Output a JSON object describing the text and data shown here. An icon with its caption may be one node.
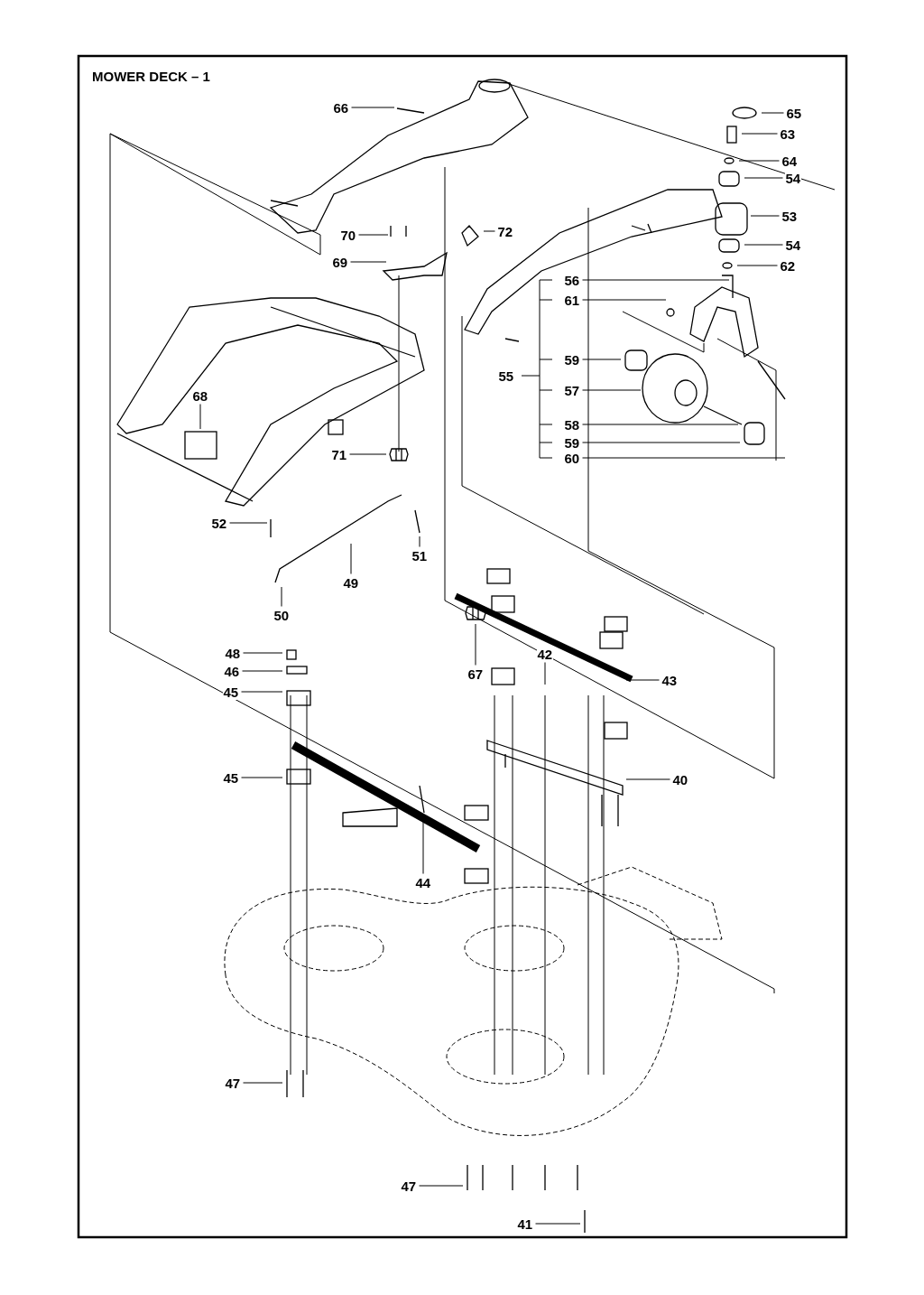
{
  "diagram": {
    "title": "MOWER DECK – 1",
    "nodes": [
      {
        "text": [
          "66"
        ]
      },
      {
        "text": [
          "65"
        ]
      },
      {
        "text": [
          "63"
        ]
      },
      {
        "text": [
          "64"
        ]
      },
      {
        "text": [
          "54"
        ]
      },
      {
        "text": [
          "53"
        ]
      },
      {
        "text": [
          "54"
        ]
      },
      {
        "text": [
          "62"
        ]
      },
      {
        "text": [
          "72"
        ]
      },
      {
        "text": [
          "70"
        ]
      },
      {
        "text": [
          "69"
        ]
      },
      {
        "text": [
          "56"
        ]
      },
      {
        "text": [
          "61"
        ]
      },
      {
        "text": [
          "55"
        ]
      },
      {
        "text": [
          "59"
        ]
      },
      {
        "text": [
          "57"
        ]
      },
      {
        "text": [
          "58"
        ]
      },
      {
        "text": [
          "59"
        ]
      },
      {
        "text": [
          "60"
        ]
      },
      {
        "text": [
          "68"
        ]
      },
      {
        "text": [
          "71"
        ]
      },
      {
        "text": [
          "52"
        ]
      },
      {
        "text": [
          "51"
        ]
      },
      {
        "text": [
          "49"
        ]
      },
      {
        "text": [
          "50"
        ]
      },
      {
        "text": [
          "48"
        ]
      },
      {
        "text": [
          "46"
        ]
      },
      {
        "text": [
          "45"
        ]
      },
      {
        "text": [
          "67"
        ]
      },
      {
        "text": [
          "42"
        ]
      },
      {
        "text": [
          "43"
        ]
      },
      {
        "text": [
          "45"
        ]
      },
      {
        "text": [
          "40"
        ]
      },
      {
        "text": [
          "44"
        ]
      },
      {
        "text": [
          "47"
        ]
      },
      {
        "text": [
          "47"
        ]
      },
      {
        "text": [
          "41"
        ]
      }
    ],
    "edges": [
      {
        "from": 0,
        "to": null,
        "arrow": "none"
      },
      {
        "from": 1,
        "to": null,
        "arrow": "none"
      },
      {
        "from": 2,
        "to": null,
        "arrow": "none"
      },
      {
        "from": 3,
        "to": null,
        "arrow": "none"
      },
      {
        "from": 4,
        "to": null,
        "arrow": "none"
      },
      {
        "from": 5,
        "to": null,
        "arrow": "none"
      },
      {
        "from": 6,
        "to": null,
        "arrow": "none"
      },
      {
        "from": 7,
        "to": null,
        "arrow": "none"
      },
      {
        "from": 8,
        "to": null,
        "arrow": "none"
      },
      {
        "from": 9,
        "to": null,
        "arrow": "none"
      },
      {
        "from": 10,
        "to": null,
        "arrow": "none"
      },
      {
        "from": 11,
        "to": null,
        "arrow": "none"
      },
      {
        "from": 12,
        "to": null,
        "arrow": "none"
      },
      {
        "from": 14,
        "to": null,
        "arrow": "none"
      },
      {
        "from": 15,
        "to": null,
        "arrow": "none"
      },
      {
        "from": 16,
        "to": null,
        "arrow": "none"
      },
      {
        "from": 17,
        "to": null,
        "arrow": "none"
      },
      {
        "from": 18,
        "to": null,
        "arrow": "none"
      },
      {
        "from": 19,
        "to": null,
        "arrow": "none"
      },
      {
        "from": 20,
        "to": null,
        "arrow": "none"
      },
      {
        "from": 21,
        "to": null,
        "arrow": "none"
      },
      {
        "from": 22,
        "to": null,
        "arrow": "none"
      },
      {
        "from": 23,
        "to": null,
        "arrow": "none"
      },
      {
        "from": 24,
        "to": null,
        "arrow": "none"
      },
      {
        "from": 25,
        "to": null,
        "arrow": "none"
      },
      {
        "from": 26,
        "to": null,
        "arrow": "none"
      },
      {
        "from": 27,
        "to": null,
        "arrow": "none"
      },
      {
        "from": 28,
        "to": null,
        "arrow": "none"
      },
      {
        "from": 29,
        "to": null,
        "arrow": "none"
      },
      {
        "from": 30,
        "to": null,
        "arrow": "none"
      },
      {
        "from": 31,
        "to": null,
        "arrow": "none"
      },
      {
        "from": 32,
        "to": null,
        "arrow": "none"
      },
      {
        "from": 33,
        "to": null,
        "arrow": "none"
      },
      {
        "from": 34,
        "to": null,
        "arrow": "none"
      },
      {
        "from": 35,
        "to": null,
        "arrow": "none"
      },
      {
        "from": 36,
        "to": null,
        "arrow": "none"
      }
    ]
  }
}
